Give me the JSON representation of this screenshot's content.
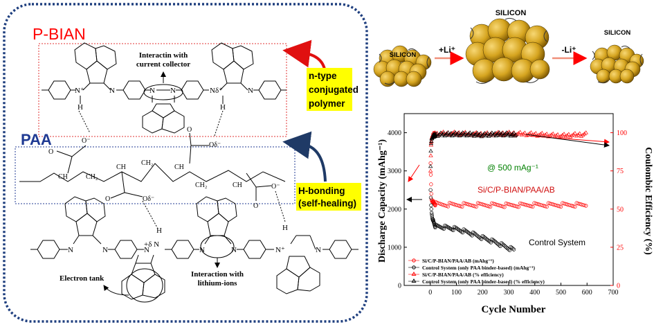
{
  "left_panel": {
    "pbian_label": "P-BIAN",
    "paa_label": "PAA",
    "interaction_collector": [
      "Interactin with",
      "current collector"
    ],
    "ntype_label": [
      "n-type",
      "conjugated",
      "polymer"
    ],
    "hbond_label": [
      "H-bonding",
      "(self-healing)"
    ],
    "interaction_li": [
      "Interaction with",
      "lithium-ions"
    ],
    "electron_tank": "Electron tank",
    "atoms": {
      "N": "N",
      "N_plus": "N⁺",
      "N_delta": "Nδ⁺",
      "delta_N": "+δ N",
      "H": "H",
      "O": "O",
      "O_minus": "O⁻",
      "O_delta": "Oδ⁻",
      "CH": "CH",
      "CH2": "CH₂",
      "C": "C"
    },
    "colors": {
      "pbian": "#ff0000",
      "paa": "#1f3a93",
      "highlight": "#ffff00",
      "frame": "#1f3f7f"
    }
  },
  "schematic": {
    "silicon_labels": [
      "SILICON",
      "SILICON",
      "SILICON"
    ],
    "lithiation": "+Li⁺",
    "delithiation": "-Li⁺",
    "particle_color": "#d6a520"
  },
  "chart_data": {
    "type": "scatter",
    "xlabel": "Cycle Number",
    "ylabel_left": "Discharge Capacity (mAhg⁻¹)",
    "ylabel_right": "Coulombic Efficiency (%)",
    "xlim": [
      -100,
      700
    ],
    "ylim_left": [
      0,
      4500
    ],
    "ylim_right": [
      0,
      112.5
    ],
    "xticks": [
      "0",
      "100",
      "200",
      "300",
      "400",
      "500",
      "600",
      "700"
    ],
    "yticks_left": [
      "0",
      "1000",
      "2000",
      "3000",
      "4000"
    ],
    "yticks_right": [
      "0",
      "25",
      "50",
      "75",
      "100"
    ],
    "annotation_rate": "@ 500 mAg⁻¹",
    "annotation_sic": "Si/C/P-BIAN/PAA/AB",
    "annotation_control": "Control System",
    "legend": [
      "Si/C/P-BIAN/PAA/AB (mAhg⁻¹)",
      "Control System (only PAA binder-based) (mAhg⁻¹)",
      "Si/C/P-BIAN/PAA/AB (% efficiency)",
      "Control System (only PAA binder-based)  (% efficiency)"
    ],
    "colors": {
      "sic": "#ff0000",
      "control": "#000000",
      "rate": "#008000"
    },
    "series": [
      {
        "name": "Si/C/P-BIAN/PAA/AB (mAhg⁻¹)",
        "marker": "circle",
        "color": "#ff0000",
        "x": [
          1,
          2,
          3,
          4,
          5,
          7,
          10,
          15,
          20,
          30,
          50,
          100,
          200,
          300,
          400,
          500,
          600
        ],
        "y": [
          3200,
          2900,
          2650,
          2400,
          2250,
          2200,
          2170,
          2150,
          2140,
          2130,
          2120,
          2110,
          2110,
          2100,
          2110,
          2110,
          2110
        ]
      },
      {
        "name": "Control System (only PAA binder-based) (mAhg⁻¹)",
        "marker": "circle",
        "color": "#000000",
        "x": [
          1,
          2,
          3,
          5,
          8,
          12,
          20,
          50,
          100,
          150,
          200,
          250,
          300,
          320
        ],
        "y": [
          2500,
          2300,
          2100,
          1900,
          1750,
          1650,
          1550,
          1530,
          1480,
          1380,
          1250,
          1130,
          980,
          930
        ]
      },
      {
        "name": "Si/C/P-BIAN/PAA/AB (% efficiency)",
        "marker": "triangle",
        "color": "#ff0000",
        "x": [
          1,
          2,
          3,
          5,
          8,
          12,
          20,
          50,
          100,
          200,
          300,
          400,
          500,
          600
        ],
        "y": [
          75,
          85,
          92,
          96,
          98,
          99,
          99,
          99.5,
          99.5,
          99,
          99.5,
          99,
          98,
          99
        ]
      },
      {
        "name": "Control System (only PAA binder-based)  (% efficiency)",
        "marker": "triangle",
        "color": "#000000",
        "x": [
          1,
          2,
          3,
          5,
          8,
          12,
          20,
          50,
          100,
          150,
          200,
          250,
          300,
          330
        ],
        "y": [
          78,
          88,
          93,
          96,
          97,
          98,
          98.5,
          99,
          99,
          99,
          98.5,
          99,
          99,
          98.5
        ]
      }
    ]
  }
}
